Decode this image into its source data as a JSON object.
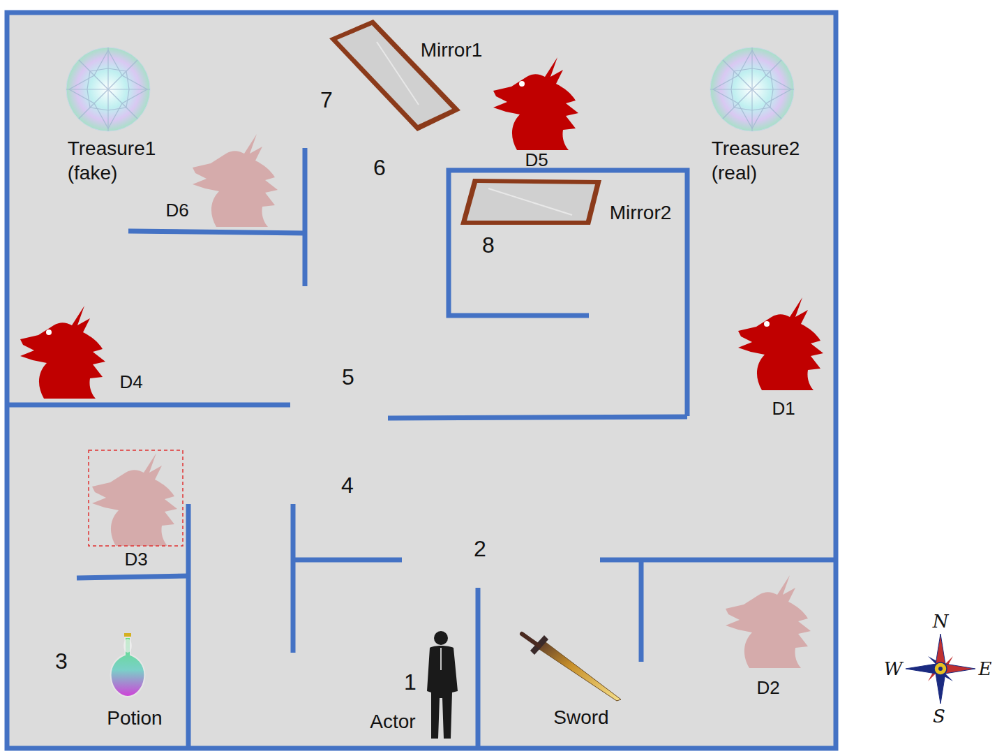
{
  "diagram": {
    "labels": [
      "Mirror1",
      "7",
      "D5",
      "6",
      "Treasure1 (fake)",
      "Treasure2 (real)",
      "D6",
      "Mirror2",
      "8",
      "D4",
      "5",
      "D1",
      "4",
      "D3",
      "2",
      "3",
      "1",
      "Actor",
      "Sword",
      "Potion",
      "D2",
      "N",
      "W",
      "E",
      "S"
    ]
  }
}
